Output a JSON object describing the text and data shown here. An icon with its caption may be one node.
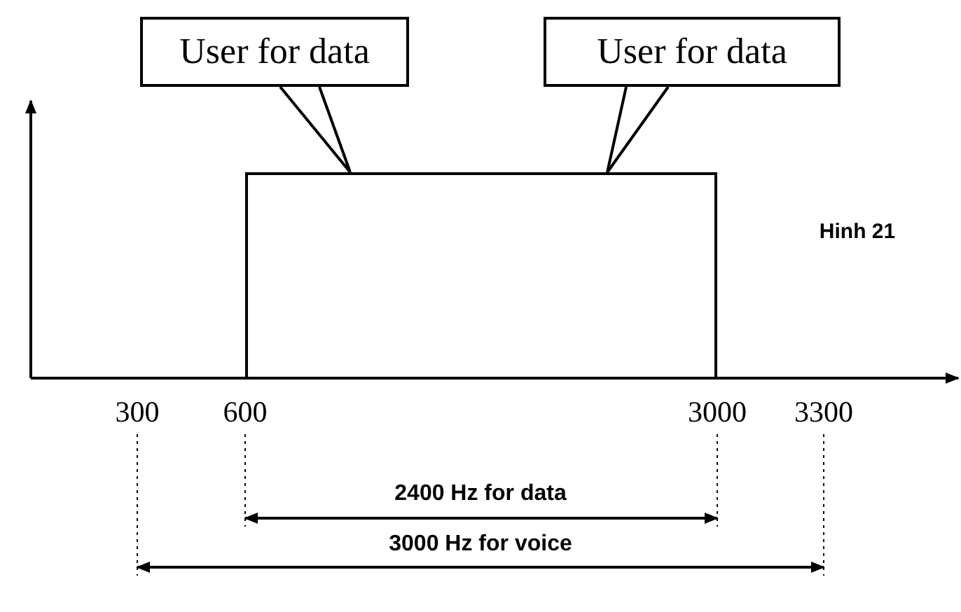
{
  "diagram": {
    "nodes": [
      {
        "text": [
          "User for data"
        ]
      },
      {
        "text": [
          "User for data"
        ]
      },
      {
        "text": [],
        "shape": "box"
      }
    ],
    "edges": [
      {
        "from": 0,
        "to": 2,
        "arrow": "none"
      },
      {
        "from": 1,
        "to": 2,
        "arrow": "none"
      }
    ],
    "labels": [
      "Hinh 21",
      "300",
      "600",
      "3000",
      "3300",
      "2400 Hz for data",
      "3000 Hz for voice"
    ]
  }
}
